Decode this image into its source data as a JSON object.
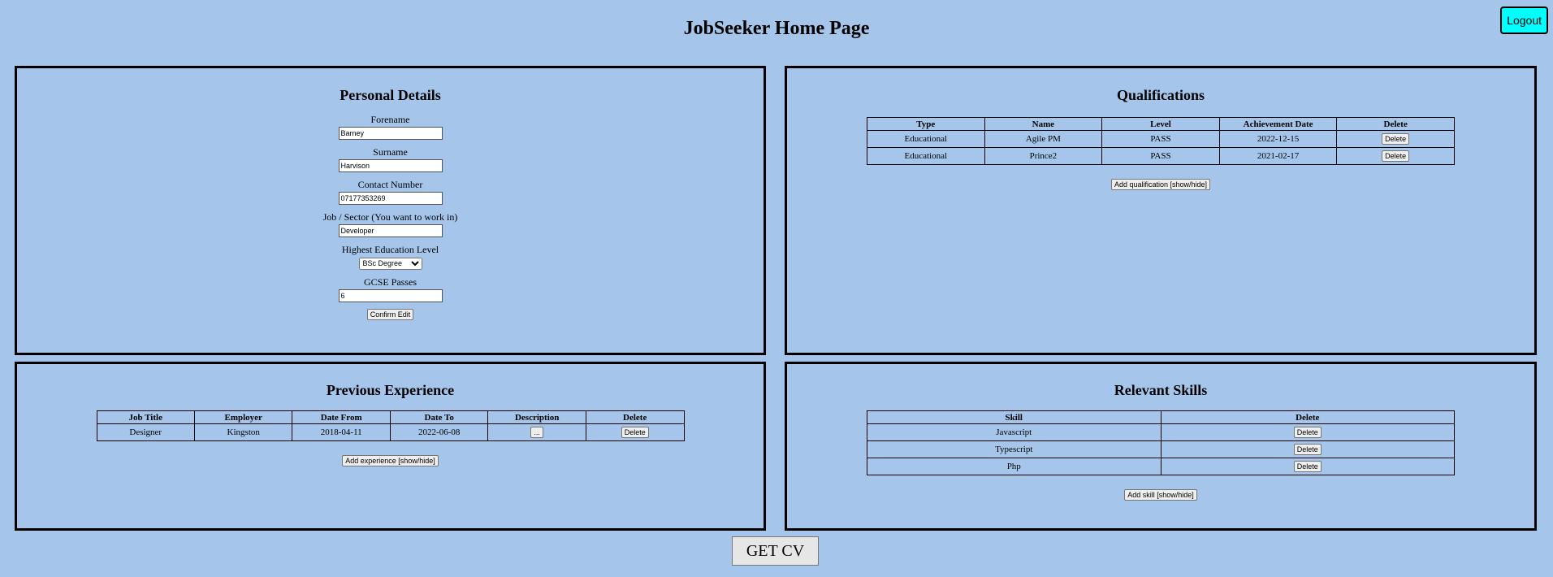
{
  "header": {
    "title": "JobSeeker Home Page",
    "logout_label": "Logout"
  },
  "personal": {
    "heading": "Personal Details",
    "fields": [
      {
        "label": "Forename",
        "value": "Barney"
      },
      {
        "label": "Surname",
        "value": "Harvison"
      },
      {
        "label": "Contact Number",
        "value": "07177353269"
      },
      {
        "label": "Job / Sector (You want to work in)",
        "value": "Developer"
      }
    ],
    "education": {
      "label": "Highest Education Level",
      "value": "BSc Degree"
    },
    "gcse": {
      "label": "GCSE Passes",
      "value": "6"
    },
    "confirm_label": "Confirm Edit"
  },
  "qualifications": {
    "heading": "Qualifications",
    "columns": [
      "Type",
      "Name",
      "Level",
      "Achievement Date",
      "Delete"
    ],
    "rows": [
      {
        "type": "Educational",
        "name": "Agile PM",
        "level": "PASS",
        "date": "2022-12-15",
        "delete": "Delete"
      },
      {
        "type": "Educational",
        "name": "Prince2",
        "level": "PASS",
        "date": "2021-02-17",
        "delete": "Delete"
      }
    ],
    "add_label": "Add qualification [show/hide]"
  },
  "experience": {
    "heading": "Previous Experience",
    "columns": [
      "Job Title",
      "Employer",
      "Date From",
      "Date To",
      "Description",
      "Delete"
    ],
    "rows": [
      {
        "title": "Designer",
        "employer": "Kingston",
        "from": "2018-04-11",
        "to": "2022-06-08",
        "description": "...",
        "delete": "Delete"
      }
    ],
    "add_label": "Add experience [show/hide]"
  },
  "skills": {
    "heading": "Relevant Skills",
    "columns": [
      "Skill",
      "Delete"
    ],
    "rows": [
      {
        "skill": "Javascript",
        "delete": "Delete"
      },
      {
        "skill": "Typescript",
        "delete": "Delete"
      },
      {
        "skill": "Php",
        "delete": "Delete"
      }
    ],
    "add_label": "Add skill [show/hide]"
  },
  "footer": {
    "getcv_label": "GET CV"
  },
  "colors": {
    "background": "#a5c6ea",
    "logout_bg": "#00ffff"
  }
}
